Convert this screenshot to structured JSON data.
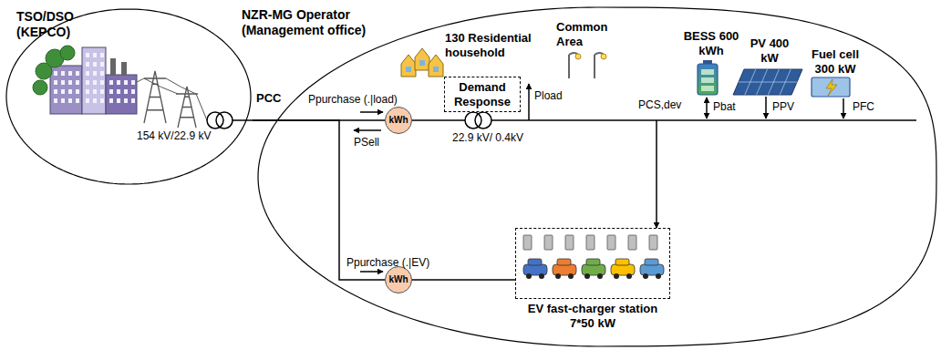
{
  "diagram": {
    "nodes": [
      {
        "text": [
          "TSO/DSO (KEPCO)"
        ]
      },
      {
        "text": [
          "NZR-MG Operator (Management office)"
        ]
      },
      {
        "text": [
          "Demand Response"
        ],
        "in": 1
      },
      {
        "text": [
          "kWh"
        ],
        "in": 1
      },
      {
        "text": [
          "kWh"
        ],
        "in": 1
      },
      {
        "text": [
          "EV fast-charger station 7*50 kW"
        ],
        "in": 1
      }
    ],
    "edges": [
      {
        "from": 0,
        "to": 3,
        "arrow": "none"
      },
      {
        "from": 0,
        "to": 4,
        "arrow": "none"
      },
      {
        "from": 4,
        "to": 5,
        "arrow": "none"
      }
    ],
    "labels": [
      "PCC",
      "154 kV/22.9 kV",
      "Ppurchase (.|load)",
      "PSell",
      "22.9 kV/ 0.4kV",
      "Ppurchase (.|EV)",
      "130 Residential household",
      "Common Area",
      "Pload",
      "BESS 600 kWh",
      "PV 400 kW",
      "Fuel cell 300 kW",
      "Pbat",
      "PPV",
      "PFC",
      "PCS,dev"
    ]
  }
}
